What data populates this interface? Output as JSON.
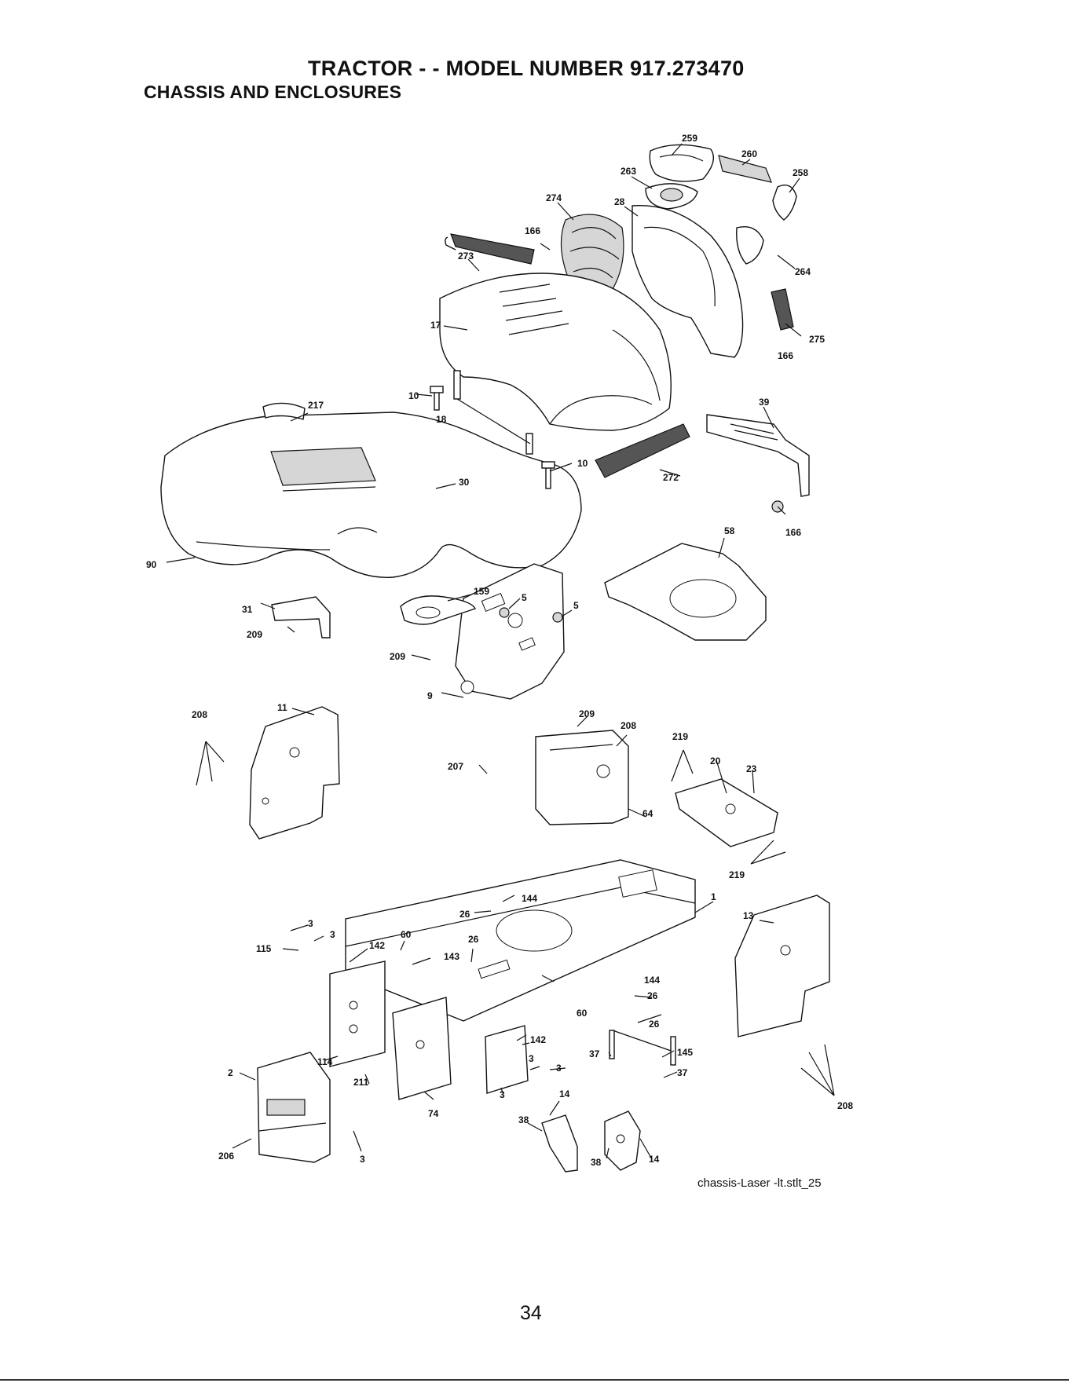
{
  "header": {
    "title": "TRACTOR - - MODEL NUMBER 917.273470",
    "subtitle": "CHASSIS AND ENCLOSURES"
  },
  "diagram": {
    "reference": "chassis-Laser -lt.stlt_25",
    "callouts": [
      "259",
      "260",
      "263",
      "258",
      "274",
      "28",
      "166",
      "264",
      "273",
      "275",
      "166",
      "17",
      "10",
      "217",
      "18",
      "39",
      "10",
      "30",
      "272",
      "166",
      "58",
      "90",
      "159",
      "5",
      "31",
      "5",
      "209",
      "209",
      "9",
      "208",
      "11",
      "209",
      "208",
      "219",
      "20",
      "23",
      "207",
      "64",
      "219",
      "144",
      "1",
      "26",
      "13",
      "3",
      "3",
      "60",
      "26",
      "115",
      "142",
      "143",
      "144",
      "26",
      "60",
      "26",
      "142",
      "37",
      "145",
      "114",
      "3",
      "3",
      "37",
      "211",
      "2",
      "3",
      "74",
      "14",
      "208",
      "38",
      "206",
      "3",
      "38",
      "14"
    ]
  },
  "footer": {
    "page_number": "34"
  }
}
